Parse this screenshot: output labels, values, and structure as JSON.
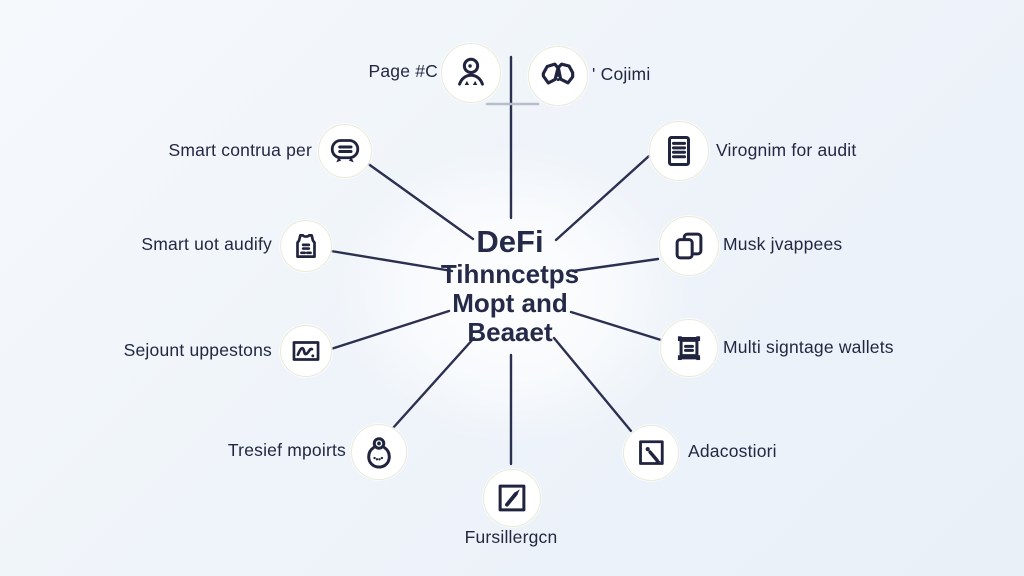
{
  "diagram_title": "DeFi concepts mind map (AI-generated garbled labels)",
  "center": {
    "line1": "DeFi",
    "line2": "Tihnncetps",
    "line3": "Mopt and",
    "line4": "Beaaet"
  },
  "nodes": {
    "page": {
      "label": "Page #C",
      "icon": "person-icon"
    },
    "cojimi": {
      "label": "' Cojimi",
      "icon": "handshake-icon"
    },
    "contrua": {
      "label": "Smart contrua per",
      "icon": "speech-bubble-icon"
    },
    "audify": {
      "label": "Smart uot audify",
      "icon": "vest-icon"
    },
    "sejount": {
      "label": "Sejount uppestons",
      "icon": "scribble-chart-icon"
    },
    "tresief": {
      "label": "Tresief mpoirts",
      "icon": "padlock-tag-icon"
    },
    "furslilergcn": {
      "label": "Fursillergcn",
      "icon": "pen-square-icon"
    },
    "virognim": {
      "label": "Virognim for audit",
      "icon": "document-icon"
    },
    "musk": {
      "label": "Musk jvappees",
      "icon": "copy-icon"
    },
    "wallets": {
      "label": "Multi signtage wallets",
      "icon": "scroll-ledger-icon"
    },
    "adacostiori": {
      "label": "Adacostiori",
      "icon": "cursor-square-icon"
    }
  },
  "colors": {
    "background_top": "#f6f9fc",
    "background_bottom": "#e9f0f8",
    "connector_line": "#2c3050",
    "soft_tick_line": "#b8bec9",
    "text": "#232741",
    "icon_stroke": "#20243f",
    "icon_circle_fill": "#ffffff",
    "icon_circle_border": "#e8ebd9"
  }
}
